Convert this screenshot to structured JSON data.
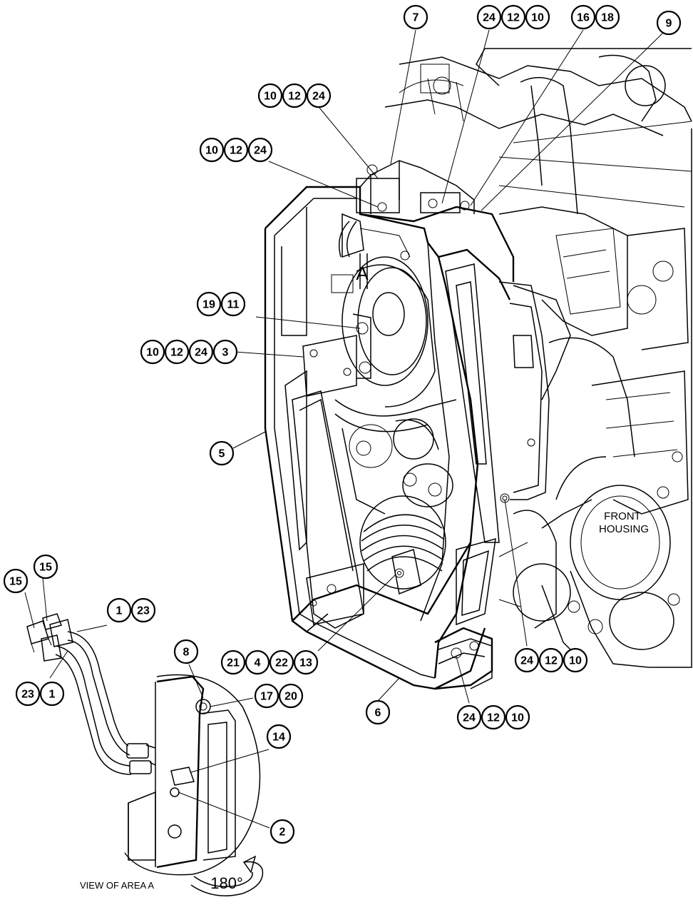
{
  "labels": {
    "area_marker": "A",
    "front_housing_line1": "FRONT",
    "front_housing_line2": "HOUSING",
    "view_caption": "VIEW OF AREA  A",
    "rotation": "180°"
  },
  "callouts": {
    "c7": [
      "7"
    ],
    "c24_12_10_top": [
      "24",
      "12",
      "10"
    ],
    "c16_18": [
      "16",
      "18"
    ],
    "c9": [
      "9"
    ],
    "c10_12_24_a": [
      "10",
      "12",
      "24"
    ],
    "c10_12_24_b": [
      "10",
      "12",
      "24"
    ],
    "c19_11": [
      "19",
      "11"
    ],
    "c10_12_24_3": [
      "10",
      "12",
      "24",
      "3"
    ],
    "c5": [
      "5"
    ],
    "c15_a": [
      "15"
    ],
    "c15_b": [
      "15"
    ],
    "c1_23": [
      "1",
      "23"
    ],
    "c23_1": [
      "23",
      "1"
    ],
    "c8": [
      "8"
    ],
    "c17_20": [
      "17",
      "20"
    ],
    "c14": [
      "14"
    ],
    "c2": [
      "2"
    ],
    "c21_4_22_13": [
      "21",
      "4",
      "22",
      "13"
    ],
    "c6": [
      "6"
    ],
    "c24_12_10_mid": [
      "24",
      "12",
      "10"
    ],
    "c24_12_10_bot": [
      "24",
      "12",
      "10"
    ]
  }
}
